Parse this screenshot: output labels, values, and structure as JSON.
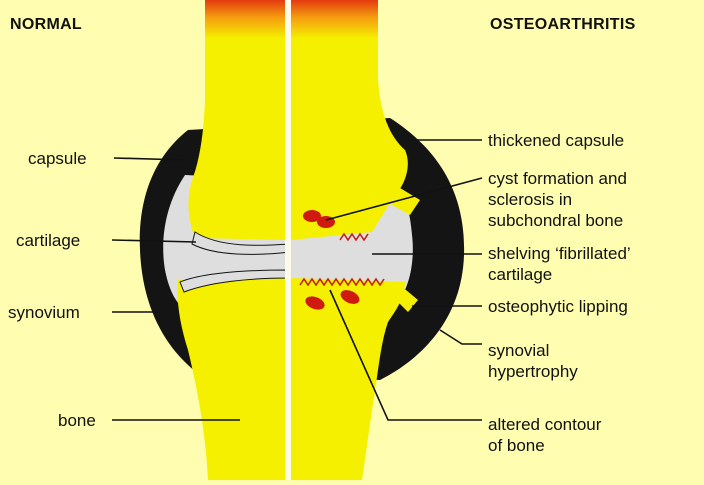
{
  "headings": {
    "left": "NORMAL",
    "right": "OSTEOARTHRITIS"
  },
  "left_labels": {
    "capsule": "capsule",
    "cartilage": "cartilage",
    "synovium": "synovium",
    "bone": "bone"
  },
  "right_labels": {
    "thickened_capsule": "thickened capsule",
    "cyst": "cyst formation and\nsclerosis in\nsubchondral bone",
    "shelving": "shelving ‘fibrillated’\ncartilage",
    "lipping": "osteophytic lipping",
    "hypertrophy": "synovial\nhypertrophy",
    "contour": "altered contour\nof bone"
  },
  "colors": {
    "background": "#fffdb0",
    "bone": "#f5f000",
    "bone_top": "#e33a10",
    "capsule": "#141414",
    "cartilage": "#dedede",
    "cyst": "#d01a10",
    "divider": "#fffbe8"
  }
}
